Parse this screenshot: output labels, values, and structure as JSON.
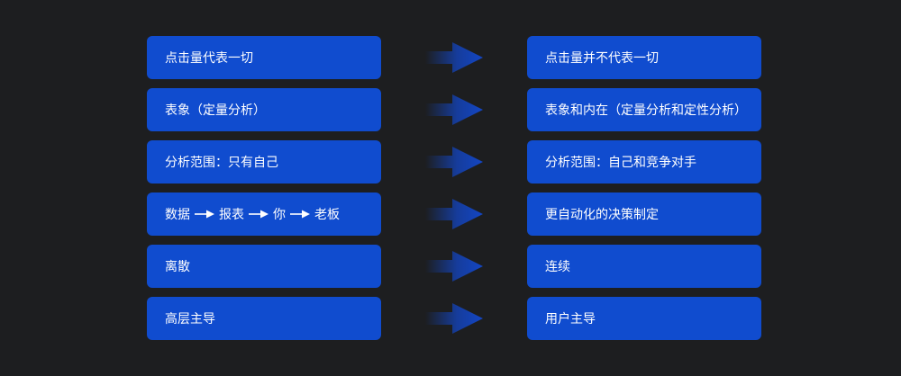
{
  "colors": {
    "background": "#1d1e20",
    "box": "#104ccf",
    "text": "#ffffff",
    "arrow": "#1346c4"
  },
  "rows": [
    {
      "left": "点击量代表一切",
      "right": "点击量并不代表一切"
    },
    {
      "left": "表象（定量分析）",
      "right": "表象和内在（定量分析和定性分析）"
    },
    {
      "left": "分析范围：只有自己",
      "right": "分析范围：自己和竞争对手"
    },
    {
      "left_flow": [
        "数据",
        "报表",
        "你",
        "老板"
      ],
      "right": "更自动化的决策制定"
    },
    {
      "left": "离散",
      "right": "连续"
    },
    {
      "left": "高层主导",
      "right": "用户主导"
    }
  ]
}
